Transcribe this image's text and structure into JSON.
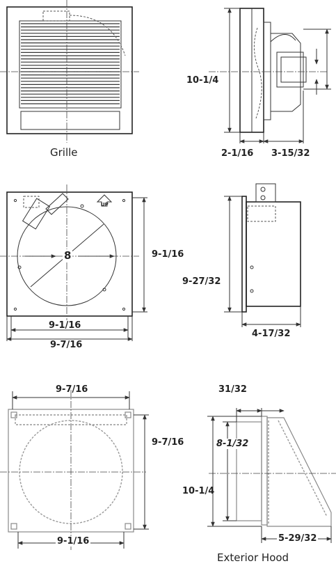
{
  "diagrams": {
    "grille_front": {
      "caption": "Grille"
    },
    "grille_side": {
      "height": "10-1/4",
      "depth_a": "2-1/16",
      "depth_b": "3-15/32"
    },
    "housing_front": {
      "duct_diameter": "8",
      "height": "9-1/16",
      "inner_width": "9-1/16",
      "outer_width": "9-7/16",
      "up_marker": "UP"
    },
    "housing_side": {
      "height": "9-27/32",
      "depth": "4-17/32"
    },
    "hood_front": {
      "top_width": "9-7/16",
      "height": "9-7/16",
      "bottom_width": "9-1/16"
    },
    "hood_side": {
      "top_depth": "31/32",
      "inner_height": "8-1/32",
      "height": "10-1/4",
      "projection": "5-29/32",
      "caption": "Exterior Hood"
    }
  }
}
